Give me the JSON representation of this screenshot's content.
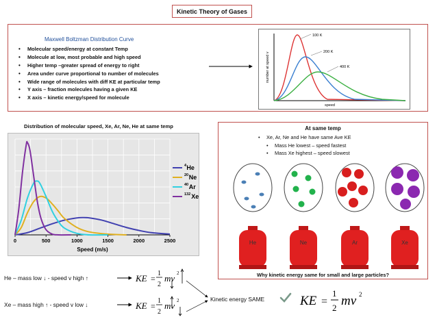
{
  "title": "Kinetic Theory of Gases",
  "maxwell": {
    "heading": "Maxwell Boltzman Distribution Curve",
    "bullets": [
      "Molecular speed/energy at constant Temp",
      "Molecule at low, most probable and high speed",
      "Higher temp –greater spread of energy to right",
      "Area under curve proportional to number of molecules",
      "Wide range of molecules with diff KE at particular temp",
      "Y axis – fraction molecules having a given KE",
      "X axis – kinetic energy/speed for molecule"
    ],
    "mini_chart": {
      "ylabel": "number at speed v",
      "xlabel": "speed",
      "labels": [
        "100 K",
        "200 K",
        "400 K"
      ]
    }
  },
  "distribution": {
    "title": "Distribution of molecular speed, Xe, Ar, Ne, He at same temp"
  },
  "chart_data": {
    "type": "line",
    "xlabel": "Speed (m/s)",
    "ylabel": "",
    "xlim": [
      0,
      2500
    ],
    "x_ticks": [
      "0",
      "500",
      "1000",
      "1500",
      "2000",
      "2500"
    ],
    "grid": true,
    "legend": "right",
    "series": [
      {
        "name": "4He",
        "mass_label": "4",
        "symbol": "He",
        "color": "#4040b0",
        "x": [
          0,
          200,
          400,
          600,
          800,
          1000,
          1100,
          1200,
          1400,
          1600,
          1800,
          2000,
          2200,
          2500
        ],
        "y": [
          0,
          0.03,
          0.09,
          0.15,
          0.2,
          0.23,
          0.235,
          0.23,
          0.2,
          0.15,
          0.1,
          0.06,
          0.03,
          0.01
        ]
      },
      {
        "name": "20Ne",
        "mass_label": "20",
        "symbol": "Ne",
        "color": "#e0b020",
        "x": [
          0,
          100,
          200,
          300,
          400,
          500,
          600,
          700,
          800,
          1000,
          1200,
          1500,
          1800
        ],
        "y": [
          0,
          0.1,
          0.3,
          0.45,
          0.52,
          0.5,
          0.42,
          0.32,
          0.22,
          0.1,
          0.04,
          0.01,
          0
        ]
      },
      {
        "name": "40Ar",
        "mass_label": "40",
        "symbol": "Ar",
        "color": "#30d0e0",
        "x": [
          0,
          100,
          200,
          300,
          350,
          400,
          500,
          600,
          700,
          800,
          1000,
          1200,
          1500
        ],
        "y": [
          0,
          0.2,
          0.5,
          0.7,
          0.73,
          0.7,
          0.52,
          0.32,
          0.18,
          0.09,
          0.02,
          0,
          0
        ]
      },
      {
        "name": "132Xe",
        "mass_label": "132",
        "symbol": "Xe",
        "color": "#8030a0",
        "x": [
          0,
          60,
          120,
          180,
          200,
          240,
          300,
          360,
          420,
          500,
          600,
          700,
          900
        ],
        "y": [
          0,
          0.35,
          0.85,
          1.22,
          1.25,
          1.15,
          0.8,
          0.45,
          0.22,
          0.07,
          0.01,
          0,
          0
        ]
      }
    ]
  },
  "same_temp": {
    "title": "At same temp",
    "bullets": [
      "Xe, Ar, Ne and He have same Ave KE",
      "Mass He lowest  – speed fastest",
      "Mass Xe highest – speed slowest"
    ],
    "cylinders": [
      {
        "label": "He",
        "particle_color": "#4a7fb5"
      },
      {
        "label": "Ne",
        "particle_color": "#22b24c"
      },
      {
        "label": "Ar",
        "particle_color": "#d81e1e"
      },
      {
        "label": "Xe",
        "particle_color": "#8b28b0"
      }
    ],
    "question": "Why kinetic energy same for small and large particles?"
  },
  "relations": {
    "he": "He – mass low ↓ - speed v high ↑",
    "xe": "Xe – mass high ↑ - speed v low ↓",
    "ke_same": "Kinetic energy SAME",
    "ke_lhs": "KE",
    "eq": "=",
    "frac_num": "1",
    "frac_den": "2",
    "mv": "mv",
    "exp": "2"
  }
}
